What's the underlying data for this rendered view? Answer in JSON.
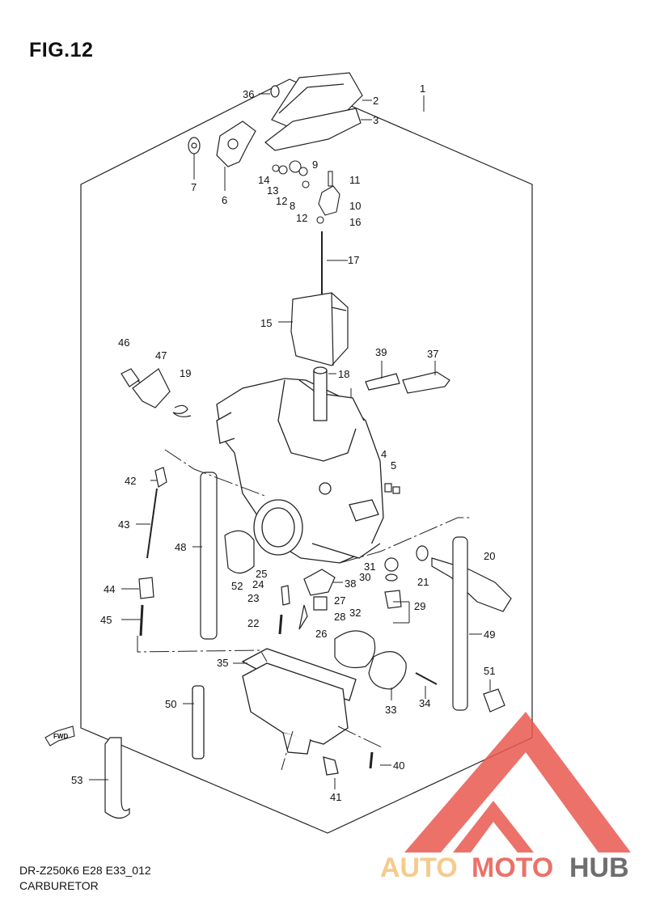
{
  "figure": {
    "title": "FIG.12"
  },
  "footer": {
    "model_code": "DR-Z250K6 E28 E33_012",
    "caption": "CARBURETOR"
  },
  "fwd_label": "FWD",
  "watermark": {
    "part_a": "AUTO",
    "part_b": "MOTO",
    "part_c": "HUB",
    "color_a": "#f4c27a",
    "color_b": "#e8594f",
    "color_c": "#555555"
  },
  "part_callouts": [
    "1",
    "2",
    "3",
    "4",
    "5",
    "6",
    "7",
    "8",
    "9",
    "10",
    "11",
    "12",
    "12",
    "13",
    "14",
    "15",
    "16",
    "17",
    "18",
    "19",
    "20",
    "21",
    "22",
    "23",
    "24",
    "25",
    "26",
    "27",
    "28",
    "29",
    "30",
    "31",
    "32",
    "33",
    "34",
    "35",
    "36",
    "37",
    "38",
    "39",
    "40",
    "41",
    "42",
    "43",
    "44",
    "45",
    "46",
    "47",
    "48",
    "49",
    "50",
    "51",
    "52",
    "53"
  ]
}
